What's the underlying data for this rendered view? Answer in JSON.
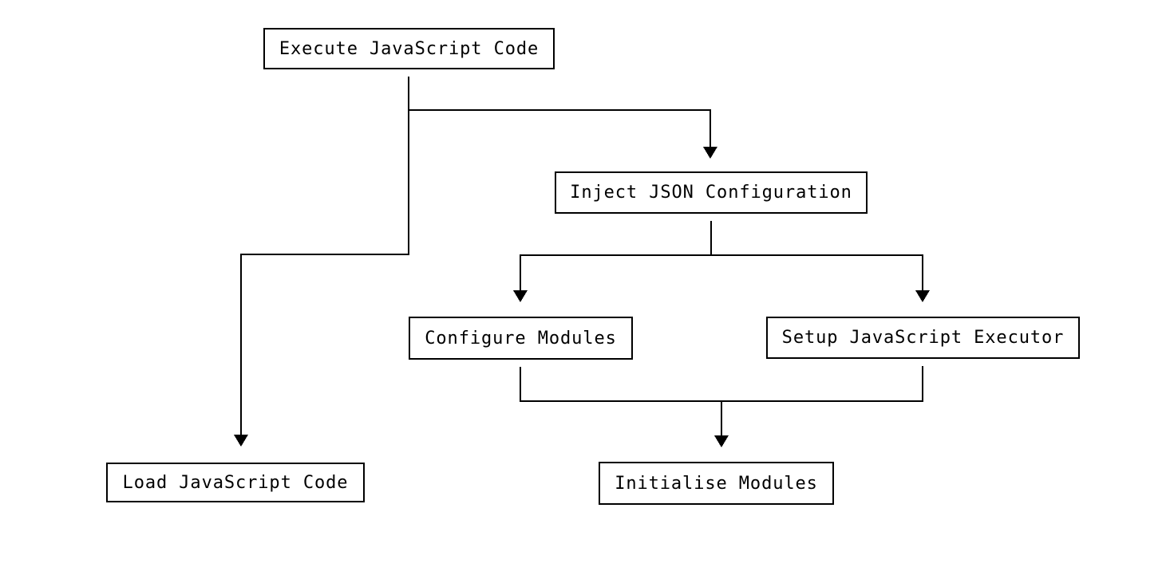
{
  "diagram": {
    "type": "flowchart",
    "background_color": "#ffffff",
    "line_color": "#000000",
    "box_border_color": "#000000",
    "text_color": "#000000",
    "nodes": [
      {
        "id": "execute",
        "label": "Execute JavaScript Code"
      },
      {
        "id": "inject",
        "label": "Inject JSON Configuration"
      },
      {
        "id": "configure",
        "label": "Configure Modules"
      },
      {
        "id": "setup",
        "label": "Setup JavaScript Executor"
      },
      {
        "id": "load",
        "label": "Load JavaScript Code"
      },
      {
        "id": "initialise",
        "label": "Initialise Modules"
      }
    ],
    "edges": [
      {
        "from": "Execute JavaScript Code",
        "to": "Inject JSON Configuration"
      },
      {
        "from": "Execute JavaScript Code",
        "to": "Load JavaScript Code"
      },
      {
        "from": "Inject JSON Configuration",
        "to": "Configure Modules"
      },
      {
        "from": "Inject JSON Configuration",
        "to": "Setup JavaScript Executor"
      },
      {
        "from": "Configure Modules",
        "to": "Initialise Modules"
      },
      {
        "from": "Setup JavaScript Executor",
        "to": "Initialise Modules"
      }
    ]
  }
}
